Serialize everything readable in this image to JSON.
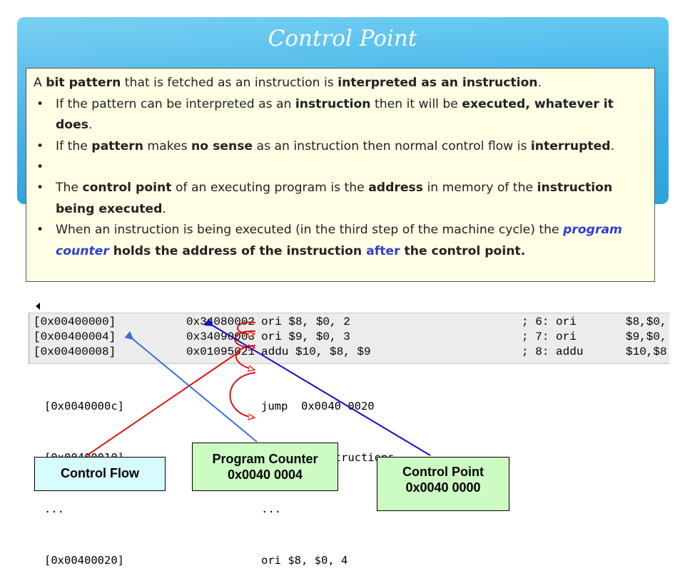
{
  "slide": {
    "title": "Control Point"
  },
  "text_box": {
    "intro": {
      "p1": "A ",
      "b1": "bit pattern",
      "p2": " that is fetched as an instruction is ",
      "b2": "interpreted as an instruction",
      "p3": "."
    },
    "bullet1": {
      "p1": "If the pattern can be interpreted as an ",
      "b1": "instruction",
      "p2": " then it will be ",
      "b2": "executed, whatever it does",
      "p3": "."
    },
    "bullet2": {
      "p1": "If the ",
      "b1": "pattern",
      "p2": " makes ",
      "b2": "no sense",
      "p3": " as an instruction then normal control flow is ",
      "b3": "interrupted",
      "p4": "."
    },
    "bullet3": {
      "p1": "The ",
      "b1": "control point",
      "p2": " of an executing program is the ",
      "b2": "address",
      "p3": " in memory of the ",
      "b3": "instruction being executed",
      "p4": "."
    },
    "bullet4": {
      "p1": "When an instruction is being executed (in the third step of the machine cycle) the ",
      "blue1": "program counter",
      "b1": " holds the address of the instruction ",
      "blue2": "after",
      "b2": " the control point."
    }
  },
  "register_rows": [
    {
      "addr": "[0x00400000]",
      "hex": "0x34080002",
      "instr": "ori $8, $0, 2",
      "comment": "; 6: ori",
      "src": "$8,$0,"
    },
    {
      "addr": "[0x00400004]",
      "hex": "0x34090003",
      "instr": "ori $9, $0, 3",
      "comment": "; 7: ori",
      "src": "$9,$0,"
    },
    {
      "addr": "[0x00400008]",
      "hex": "0x01095021",
      "instr": "addu $10, $8, $9",
      "comment": "; 8: addu",
      "src": "$10,$8"
    }
  ],
  "code_lines": [
    {
      "addr": "[0x0040000c]",
      "instr": "jump  0x0040 0020"
    },
    {
      "addr": "[0x00400010]",
      "instr": "  other instructions"
    },
    {
      "addr": "...",
      "instr": "..."
    },
    {
      "addr": "[0x00400020]",
      "instr": "ori $8, $0, 4"
    }
  ],
  "labels": {
    "control_flow": "Control Flow",
    "program_counter_title": "Program Counter",
    "program_counter_value": "0x0040 0004",
    "control_point_title": "Control Point",
    "control_point_value": "0x0040 0000"
  },
  "colors": {
    "banner": "#3fb0e6",
    "text_box_bg": "#ffffe5",
    "blue_text": "#2d3fcc",
    "flow_arrow": "#e01010",
    "pc_arrow": "#3a6fd8",
    "cp_arrow": "#1010c8",
    "control_flow_box": "#d8fbff",
    "green_box": "#cdfcc3"
  }
}
